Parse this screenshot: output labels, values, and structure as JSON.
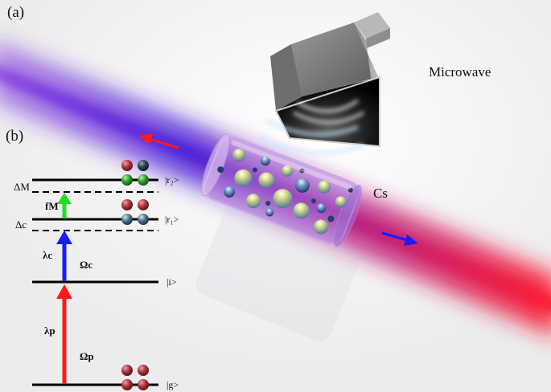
{
  "panels": {
    "a": "(a)",
    "b": "(b)"
  },
  "labels": {
    "microwave": "Microwave",
    "cs": "Cs",
    "delta_m": "ΔM",
    "delta_c": "Δc",
    "f_m": "fM",
    "lambda_c": "λc",
    "omega_c": "Ωc",
    "lambda_p": "λp",
    "omega_p": "Ωp"
  },
  "levels": {
    "r2": "|r₂>",
    "r1": "|r₁>",
    "i": "|i>",
    "g": "|g>"
  },
  "colors": {
    "probe_red": "#ff1a1a",
    "coupling_blue": "#1a1aff",
    "microwave_green": "#22dd22",
    "beam_purple": "#6a2bd8",
    "atom_red": "#a8323a",
    "atom_green": "#2e9a2e",
    "atom_blue": "#4a6f8c",
    "horn_gray": "#7a7a7a"
  },
  "icons": {
    "horn": "microwave-horn-icon",
    "cell": "vapor-cell-icon",
    "atom": "atom-sphere-icon"
  }
}
